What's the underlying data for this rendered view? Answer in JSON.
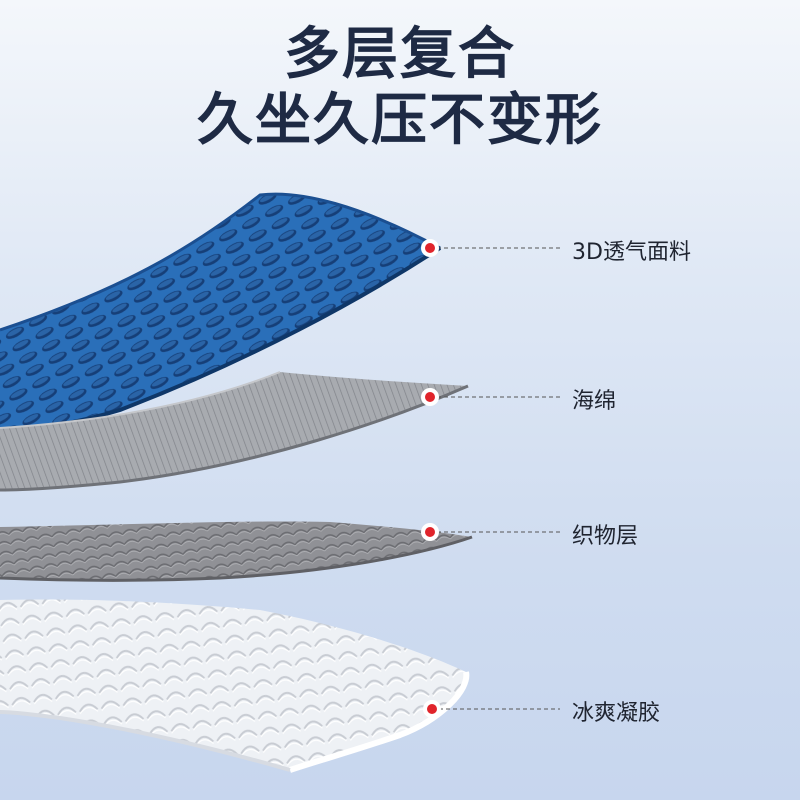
{
  "headline": {
    "line1": "多层复合",
    "line2": "久坐久压不变形"
  },
  "layers": [
    {
      "label": "3D透气面料",
      "color": "#2f78c4"
    },
    {
      "label": "海绵",
      "color": "#9a9da3"
    },
    {
      "label": "织物层",
      "color": "#8b8c90"
    },
    {
      "label": "冰爽凝胶",
      "color": "#e9edf3"
    }
  ],
  "colors": {
    "marker": "#e0242b",
    "text": "#1e2a44",
    "background_top": "#f4f7fb",
    "background_bottom": "#c7d6ee"
  }
}
